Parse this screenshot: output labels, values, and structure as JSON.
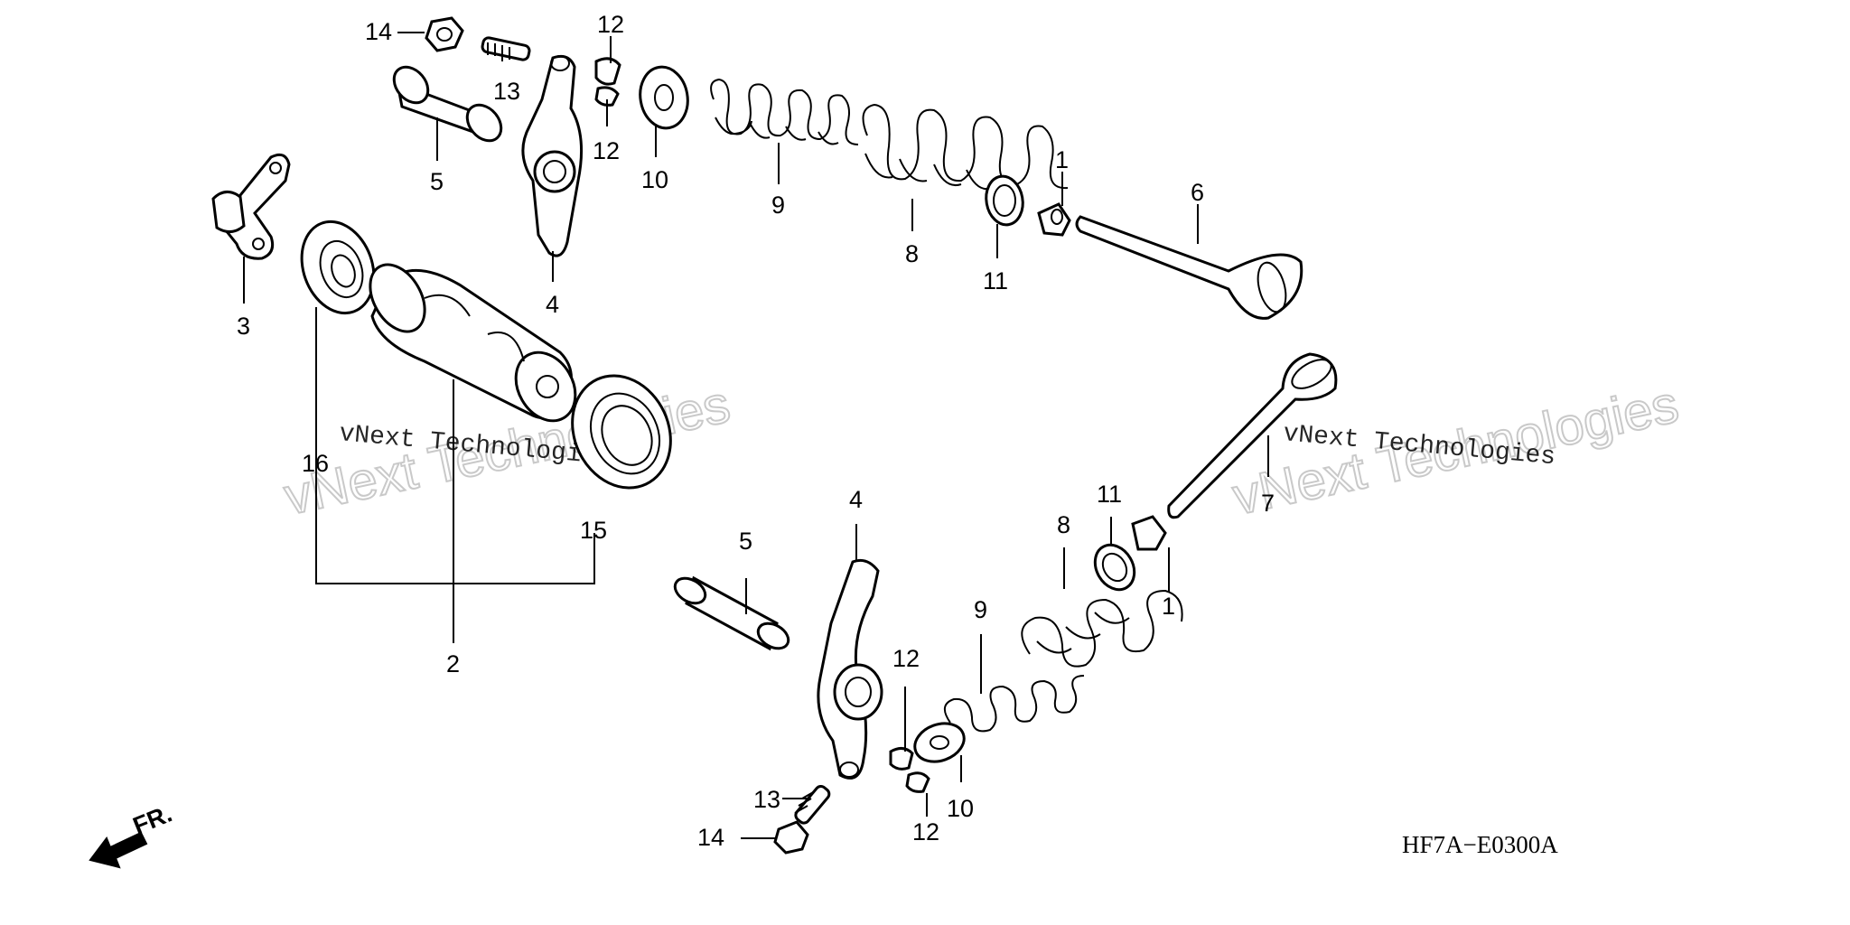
{
  "diagram": {
    "drawing_code": "HF7A−E0300A",
    "front_indicator": "FR.",
    "watermark": "vNext Technologies",
    "callouts": {
      "c14_top": "14",
      "c13_top": "13",
      "c12_top_a": "12",
      "c12_top_b": "12",
      "c5_top": "5",
      "c10_top": "10",
      "c9_top": "9",
      "c8_top": "8",
      "c1_top": "1",
      "c6": "6",
      "c11_top": "11",
      "c3": "3",
      "c4_top": "4",
      "c16": "16",
      "c15": "15",
      "c2": "2",
      "c7": "7",
      "c11_bot": "11",
      "c8_bot": "8",
      "c1_bot": "1",
      "c9_bot": "9",
      "c4_bot": "4",
      "c5_bot": "5",
      "c12_bot_a": "12",
      "c12_bot_b": "12",
      "c10_bot": "10",
      "c13_bot": "13",
      "c14_bot": "14"
    }
  }
}
